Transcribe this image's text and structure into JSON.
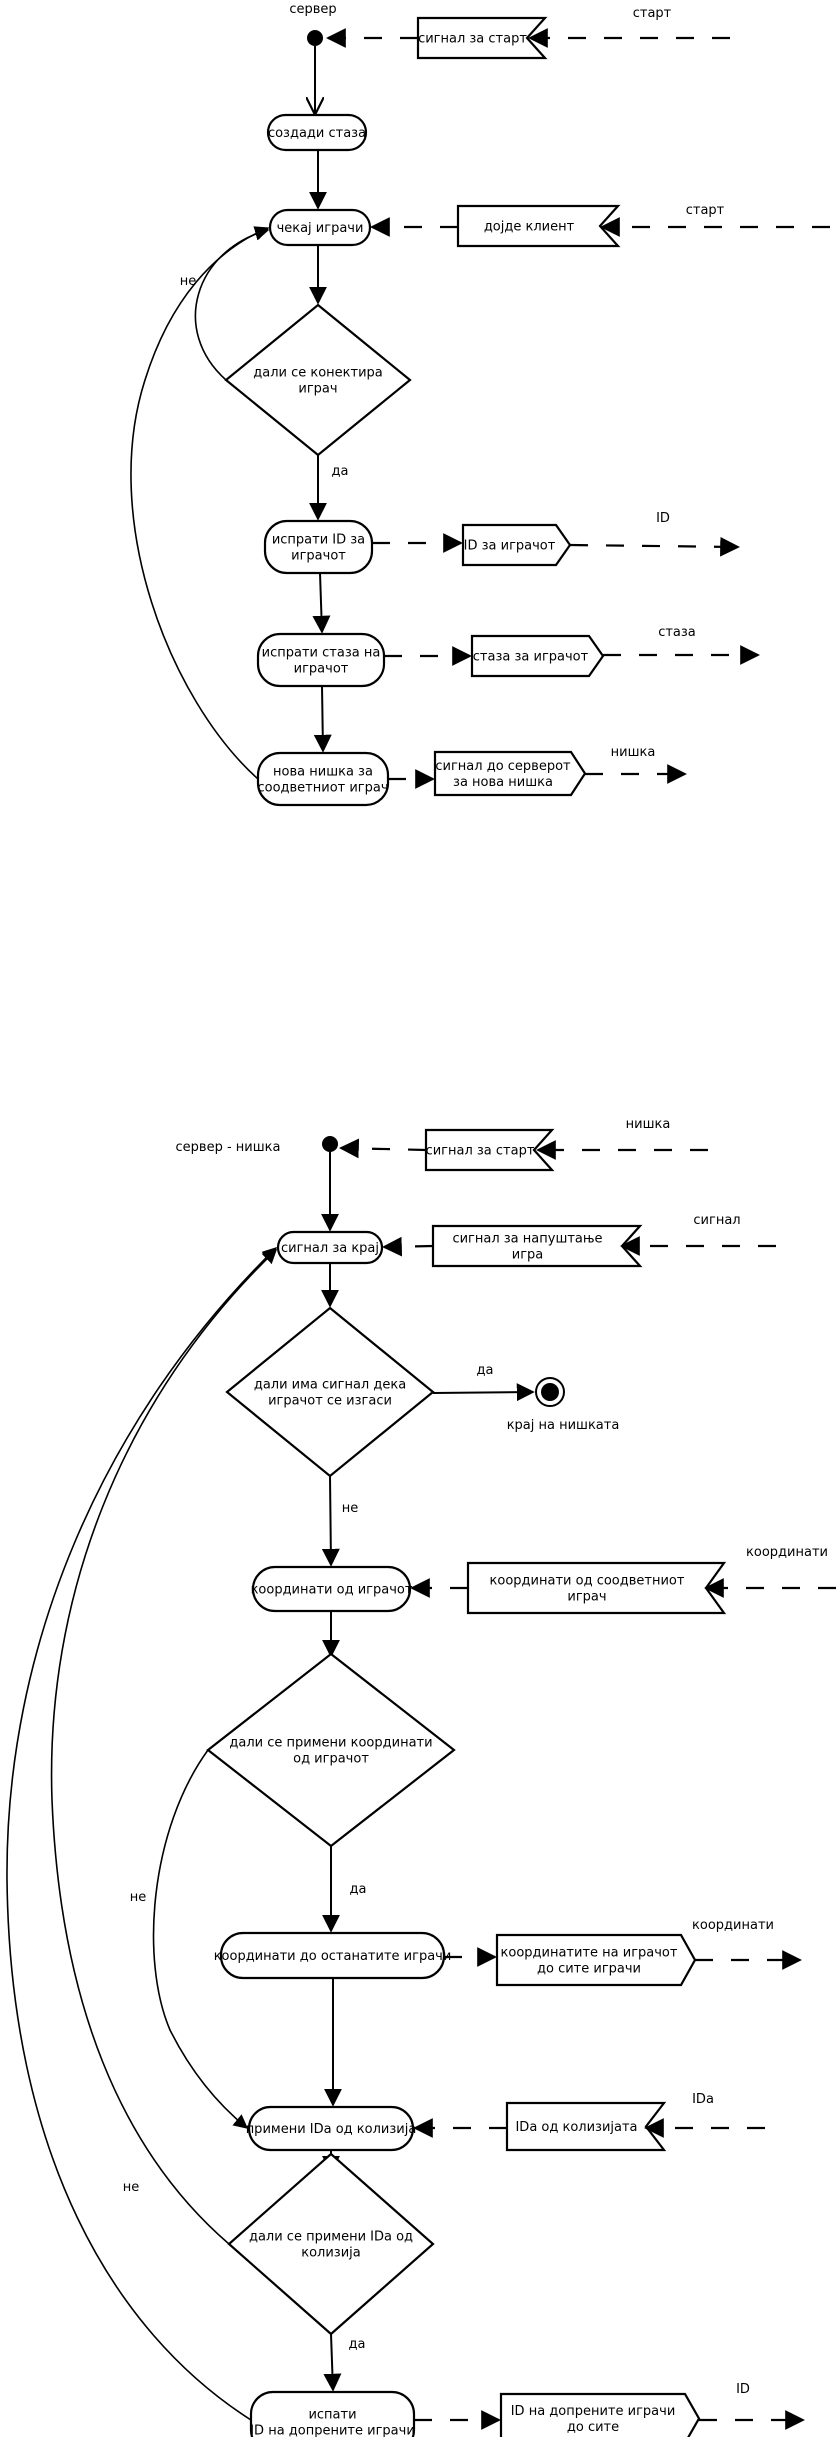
{
  "title": "server activity diagrams",
  "diagrams": [
    {
      "name": "server",
      "label": "сервер",
      "start_signal": {
        "text": "сигнал за старт",
        "channel": "старт"
      },
      "actions": [
        {
          "id": "create_track",
          "text": [
            "создади стаза"
          ]
        },
        {
          "id": "wait_players",
          "text": [
            "чекај играчи"
          ]
        },
        {
          "id": "send_id",
          "text": [
            "испрати ID за",
            "играчот"
          ]
        },
        {
          "id": "send_track",
          "text": [
            "испрати стаза на",
            "играчот"
          ]
        },
        {
          "id": "new_thread",
          "text": [
            "нова нишка за",
            "соодветниот играч"
          ]
        }
      ],
      "decision": {
        "text": [
          "дали се конектира",
          "играч"
        ],
        "yes": "да",
        "no": "не"
      },
      "accept_signals": [
        {
          "id": "client_arrives",
          "text": [
            "дојде клиент"
          ],
          "channel": "старт"
        }
      ],
      "send_signals": [
        {
          "id": "id_for_player",
          "text": [
            "ID за играчот"
          ],
          "channel": "ID"
        },
        {
          "id": "track_for_player",
          "text": [
            "стаза за играчот"
          ],
          "channel": "стаза"
        },
        {
          "id": "signal_new_thread",
          "text": [
            "сигнал до серверот",
            "за нова нишка"
          ],
          "channel": "нишка"
        }
      ]
    },
    {
      "name": "server-thread",
      "label": "сервер - нишка",
      "start_signal": {
        "text": "сигнал за старт",
        "channel": "нишка"
      },
      "actions": [
        {
          "id": "end_signal",
          "text": [
            "сигнал за крај"
          ]
        },
        {
          "id": "coords_from_player",
          "text": [
            "координати од играчот"
          ]
        },
        {
          "id": "coords_to_others",
          "text": [
            "координати до останатите играчи"
          ]
        },
        {
          "id": "apply_ids",
          "text": [
            "примени IDa од колизија"
          ]
        },
        {
          "id": "send_hit_ids",
          "text": [
            "испати",
            "ID на допрените играчи"
          ]
        }
      ],
      "decisions": [
        {
          "id": "quit_check",
          "text": [
            "дали има сигнал дека",
            "играчот се изгаси"
          ],
          "yes": "да",
          "no": "не"
        },
        {
          "id": "coords_check",
          "text": [
            "дали се примени координати",
            "од играчот"
          ],
          "yes": "да",
          "no": "не"
        },
        {
          "id": "ids_check",
          "text": [
            "дали се примени IDa од",
            "колизија"
          ],
          "yes": "да",
          "no": "не"
        }
      ],
      "final": {
        "text": "крај на нишката"
      },
      "accept_signals": [
        {
          "id": "quit_game",
          "text": [
            "сигнал за напуштање",
            "игра"
          ],
          "channel": "сигнал"
        },
        {
          "id": "player_coords",
          "text": [
            "координати од соодветниот",
            "играч"
          ],
          "channel": "координати"
        },
        {
          "id": "collision_ids",
          "text": [
            "IDa од колизијата"
          ],
          "channel": "IDa"
        }
      ],
      "send_signals": [
        {
          "id": "coords_to_all",
          "text": [
            "координатите на играчот",
            "до сите играчи"
          ],
          "channel": "координати"
        },
        {
          "id": "hit_ids_to_all",
          "text": [
            "ID на допрените играчи",
            "до сите"
          ],
          "channel": "ID"
        }
      ]
    }
  ]
}
